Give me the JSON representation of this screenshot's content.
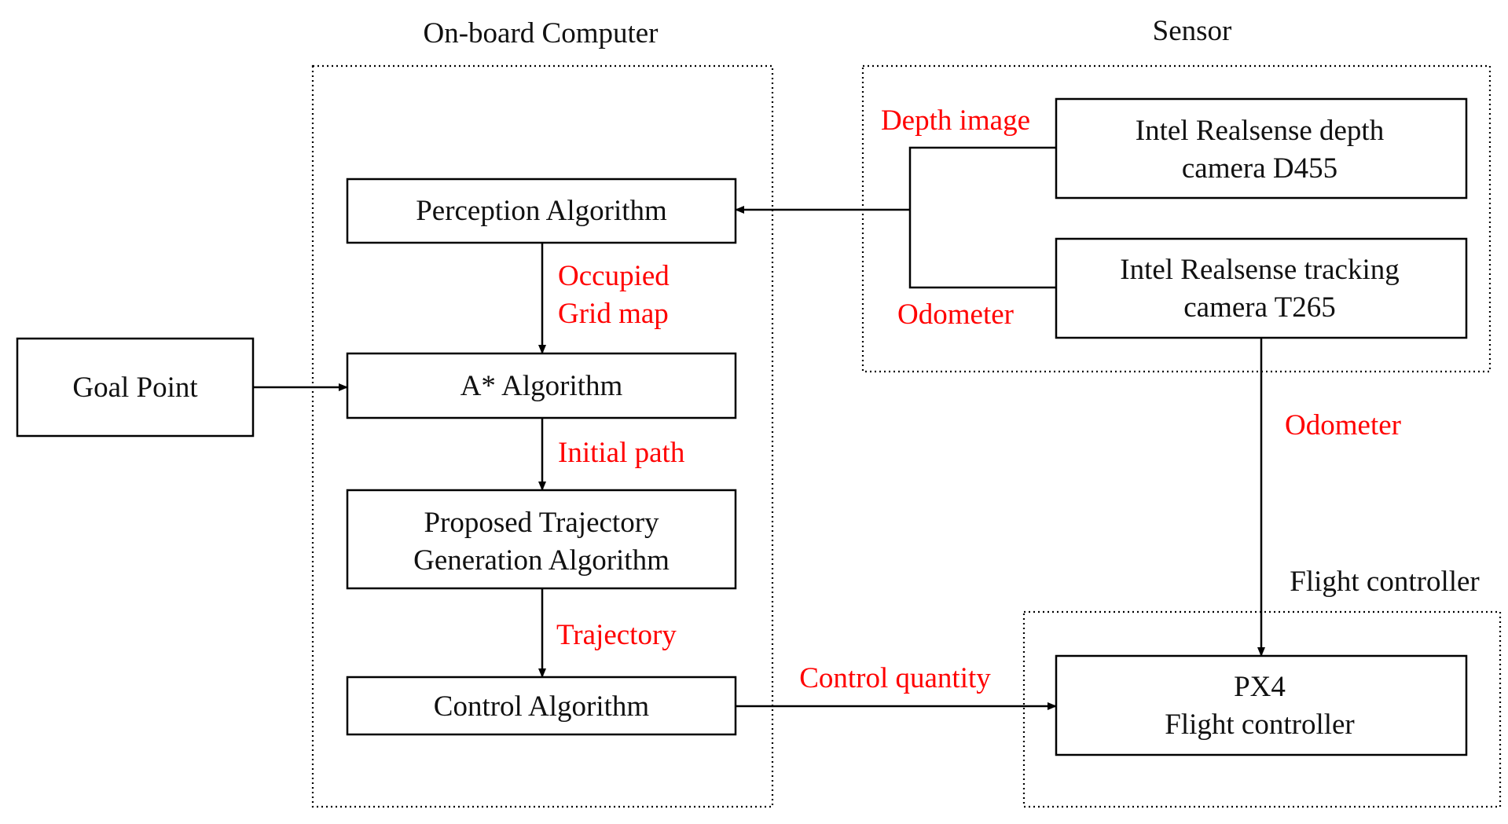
{
  "colors": {
    "box_stroke": "#000000",
    "text": "#111111",
    "edge_label": "#ff0000",
    "background": "#ffffff"
  },
  "groups": {
    "onboard": {
      "title": "On-board Computer"
    },
    "sensor": {
      "title": "Sensor"
    },
    "flight": {
      "title": "Flight  controller"
    }
  },
  "nodes": {
    "goal": {
      "line1": "Goal Point"
    },
    "perception": {
      "line1": "Perception Algorithm"
    },
    "astar": {
      "line1": "A* Algorithm"
    },
    "trajectory": {
      "line1": "Proposed Trajectory",
      "line2": "Generation Algorithm"
    },
    "control": {
      "line1": "Control Algorithm"
    },
    "d455": {
      "line1": "Intel Realsense depth",
      "line2": "camera D455"
    },
    "t265": {
      "line1": "Intel Realsense tracking",
      "line2": "camera T265"
    },
    "px4": {
      "line1": "PX4",
      "line2": "Flight controller"
    }
  },
  "edges": {
    "depth_image": "Depth image",
    "odometer_sensor": "Odometer",
    "occupied_1": "Occupied",
    "occupied_2": "Grid map",
    "initial_path": "Initial path",
    "trajectory": "Trajectory",
    "control_quantity": "Control quantity",
    "odometer_px4": "Odometer"
  }
}
